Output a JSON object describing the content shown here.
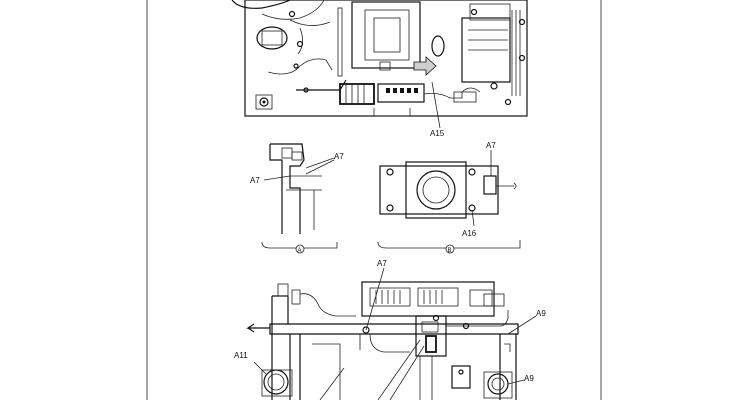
{
  "colors": {
    "ink": "#111111",
    "paper": "#ffffff",
    "shade": "#cfcfcf"
  },
  "labels": {
    "a15": "A15",
    "a7_top_right": "A7",
    "a7_top_left": "A7",
    "a7_view_b": "A7",
    "a16": "A16",
    "view_a_mark": "A",
    "view_b_mark": "B",
    "a7_bottom": "A7",
    "a9_upper": "A9",
    "a9_lower": "A9",
    "a11": "A11"
  }
}
